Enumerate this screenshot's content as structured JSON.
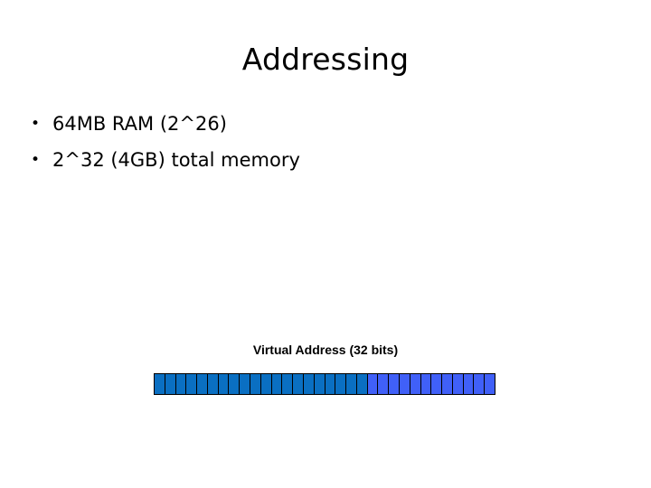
{
  "slide": {
    "title": "Addressing",
    "background_color": "#ffffff",
    "text_color": "#000000"
  },
  "bullets": [
    {
      "marker": "•",
      "text": "64MB RAM (2^26)"
    },
    {
      "marker": "•",
      "text": "2^32 (4GB) total memory"
    }
  ],
  "diagram": {
    "caption": "Virtual Address (32 bits)",
    "total_bits": 32,
    "segments": [
      {
        "name": "virtual-page-number",
        "bits": 20,
        "color": "#0a6fc2"
      },
      {
        "name": "page-offset",
        "bits": 12,
        "color": "#4060f8"
      }
    ],
    "border_color": "#000000"
  }
}
